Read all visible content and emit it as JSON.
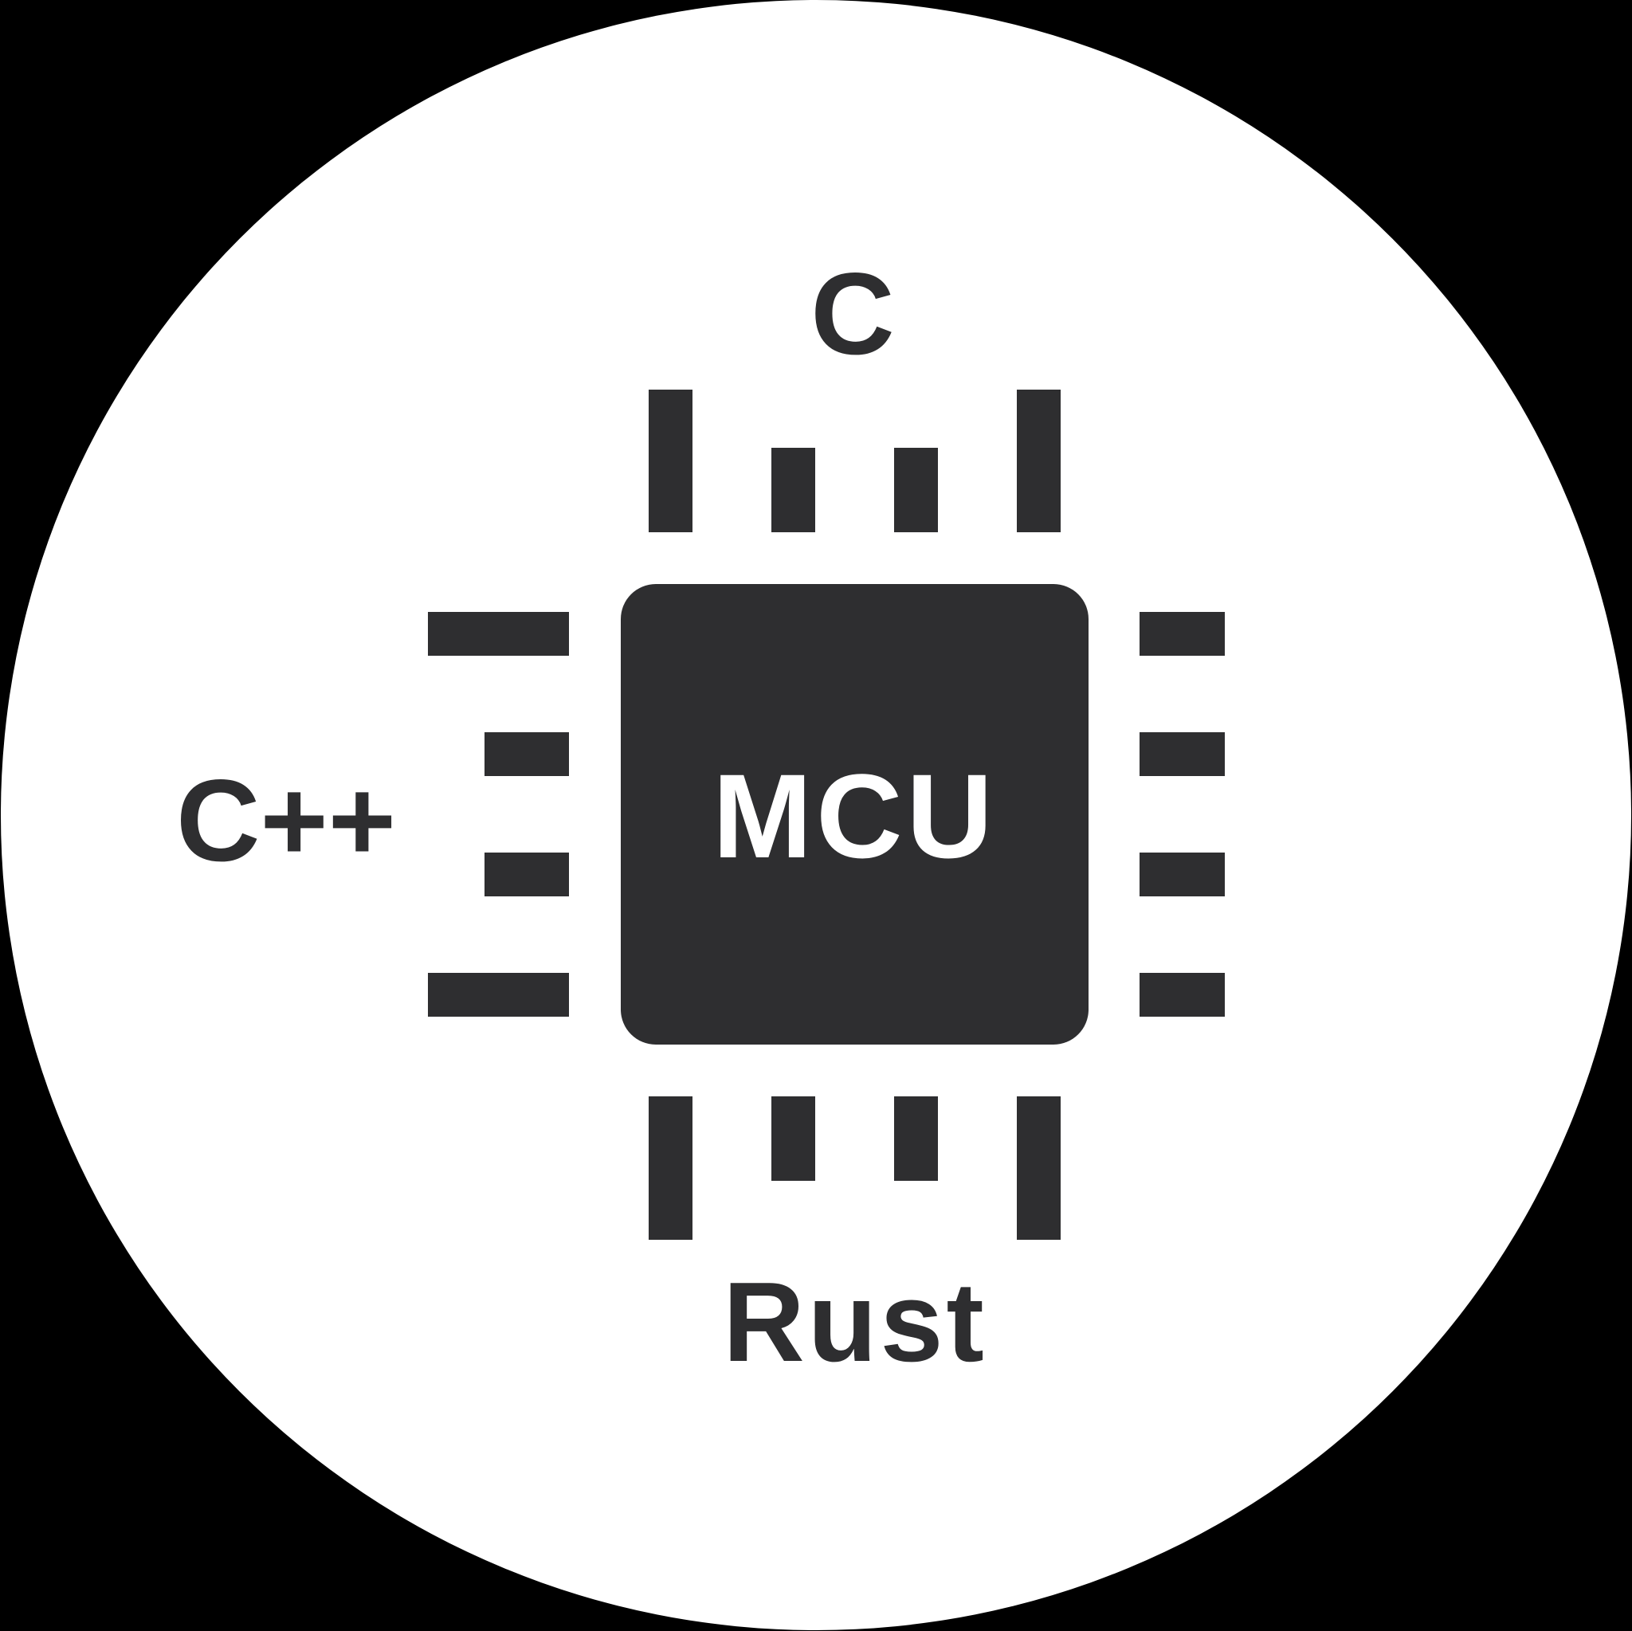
{
  "logo": {
    "colors": {
      "background": "#000000",
      "circle": "#FFFFFF",
      "icon": "#2E2E30",
      "chip_text": "#FFFFFF"
    },
    "chip": {
      "label": "MCU"
    },
    "languages": {
      "top": "C",
      "left": "C++",
      "bottom": "Rust"
    }
  }
}
